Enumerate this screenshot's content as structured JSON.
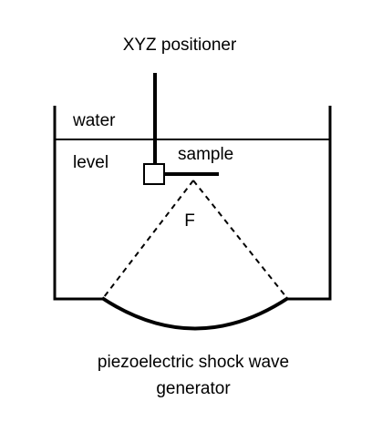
{
  "labels": {
    "positioner": "XYZ positioner",
    "water_line1": "water",
    "water_line2": "level",
    "sample": "sample",
    "focus": "F",
    "generator_line1": "piezoelectric shock wave",
    "generator_line2": "generator"
  },
  "colors": {
    "ink": "#000000",
    "background": "#ffffff"
  }
}
